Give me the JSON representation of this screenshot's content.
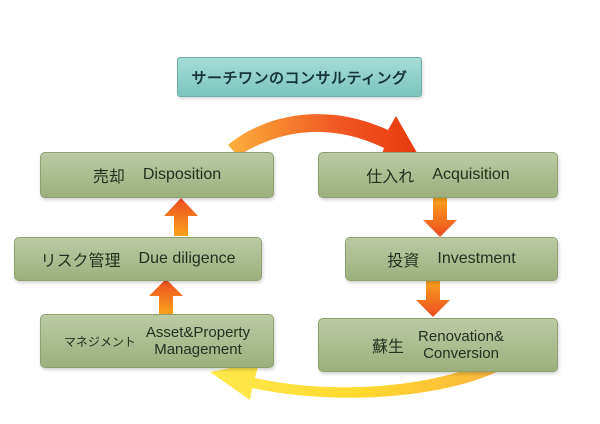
{
  "title": {
    "label": "サーチワンのコンサルティング"
  },
  "nodes": {
    "disposition": {
      "jp": "売却",
      "en": "Disposition"
    },
    "acquisition": {
      "jp": "仕入れ",
      "en": "Acquisition"
    },
    "due_diligence": {
      "jp": "リスク管理",
      "en": "Due diligence"
    },
    "investment": {
      "jp": "投資",
      "en": "Investment"
    },
    "management": {
      "jp": "マネジメント",
      "en_line1": "Asset&Property",
      "en_line2": "Management"
    },
    "renovation": {
      "jp": "蘇生",
      "en_line1": "Renovation&",
      "en_line2": "Conversion"
    }
  },
  "colors": {
    "title_bg": "#7cc4bd",
    "node_bg": "#9cb07c",
    "arrow_red": "#e8380d",
    "arrow_orange": "#f6921e",
    "arrow_yellow": "#ffe94d",
    "text": "#24301f",
    "background": "#ffffff"
  }
}
